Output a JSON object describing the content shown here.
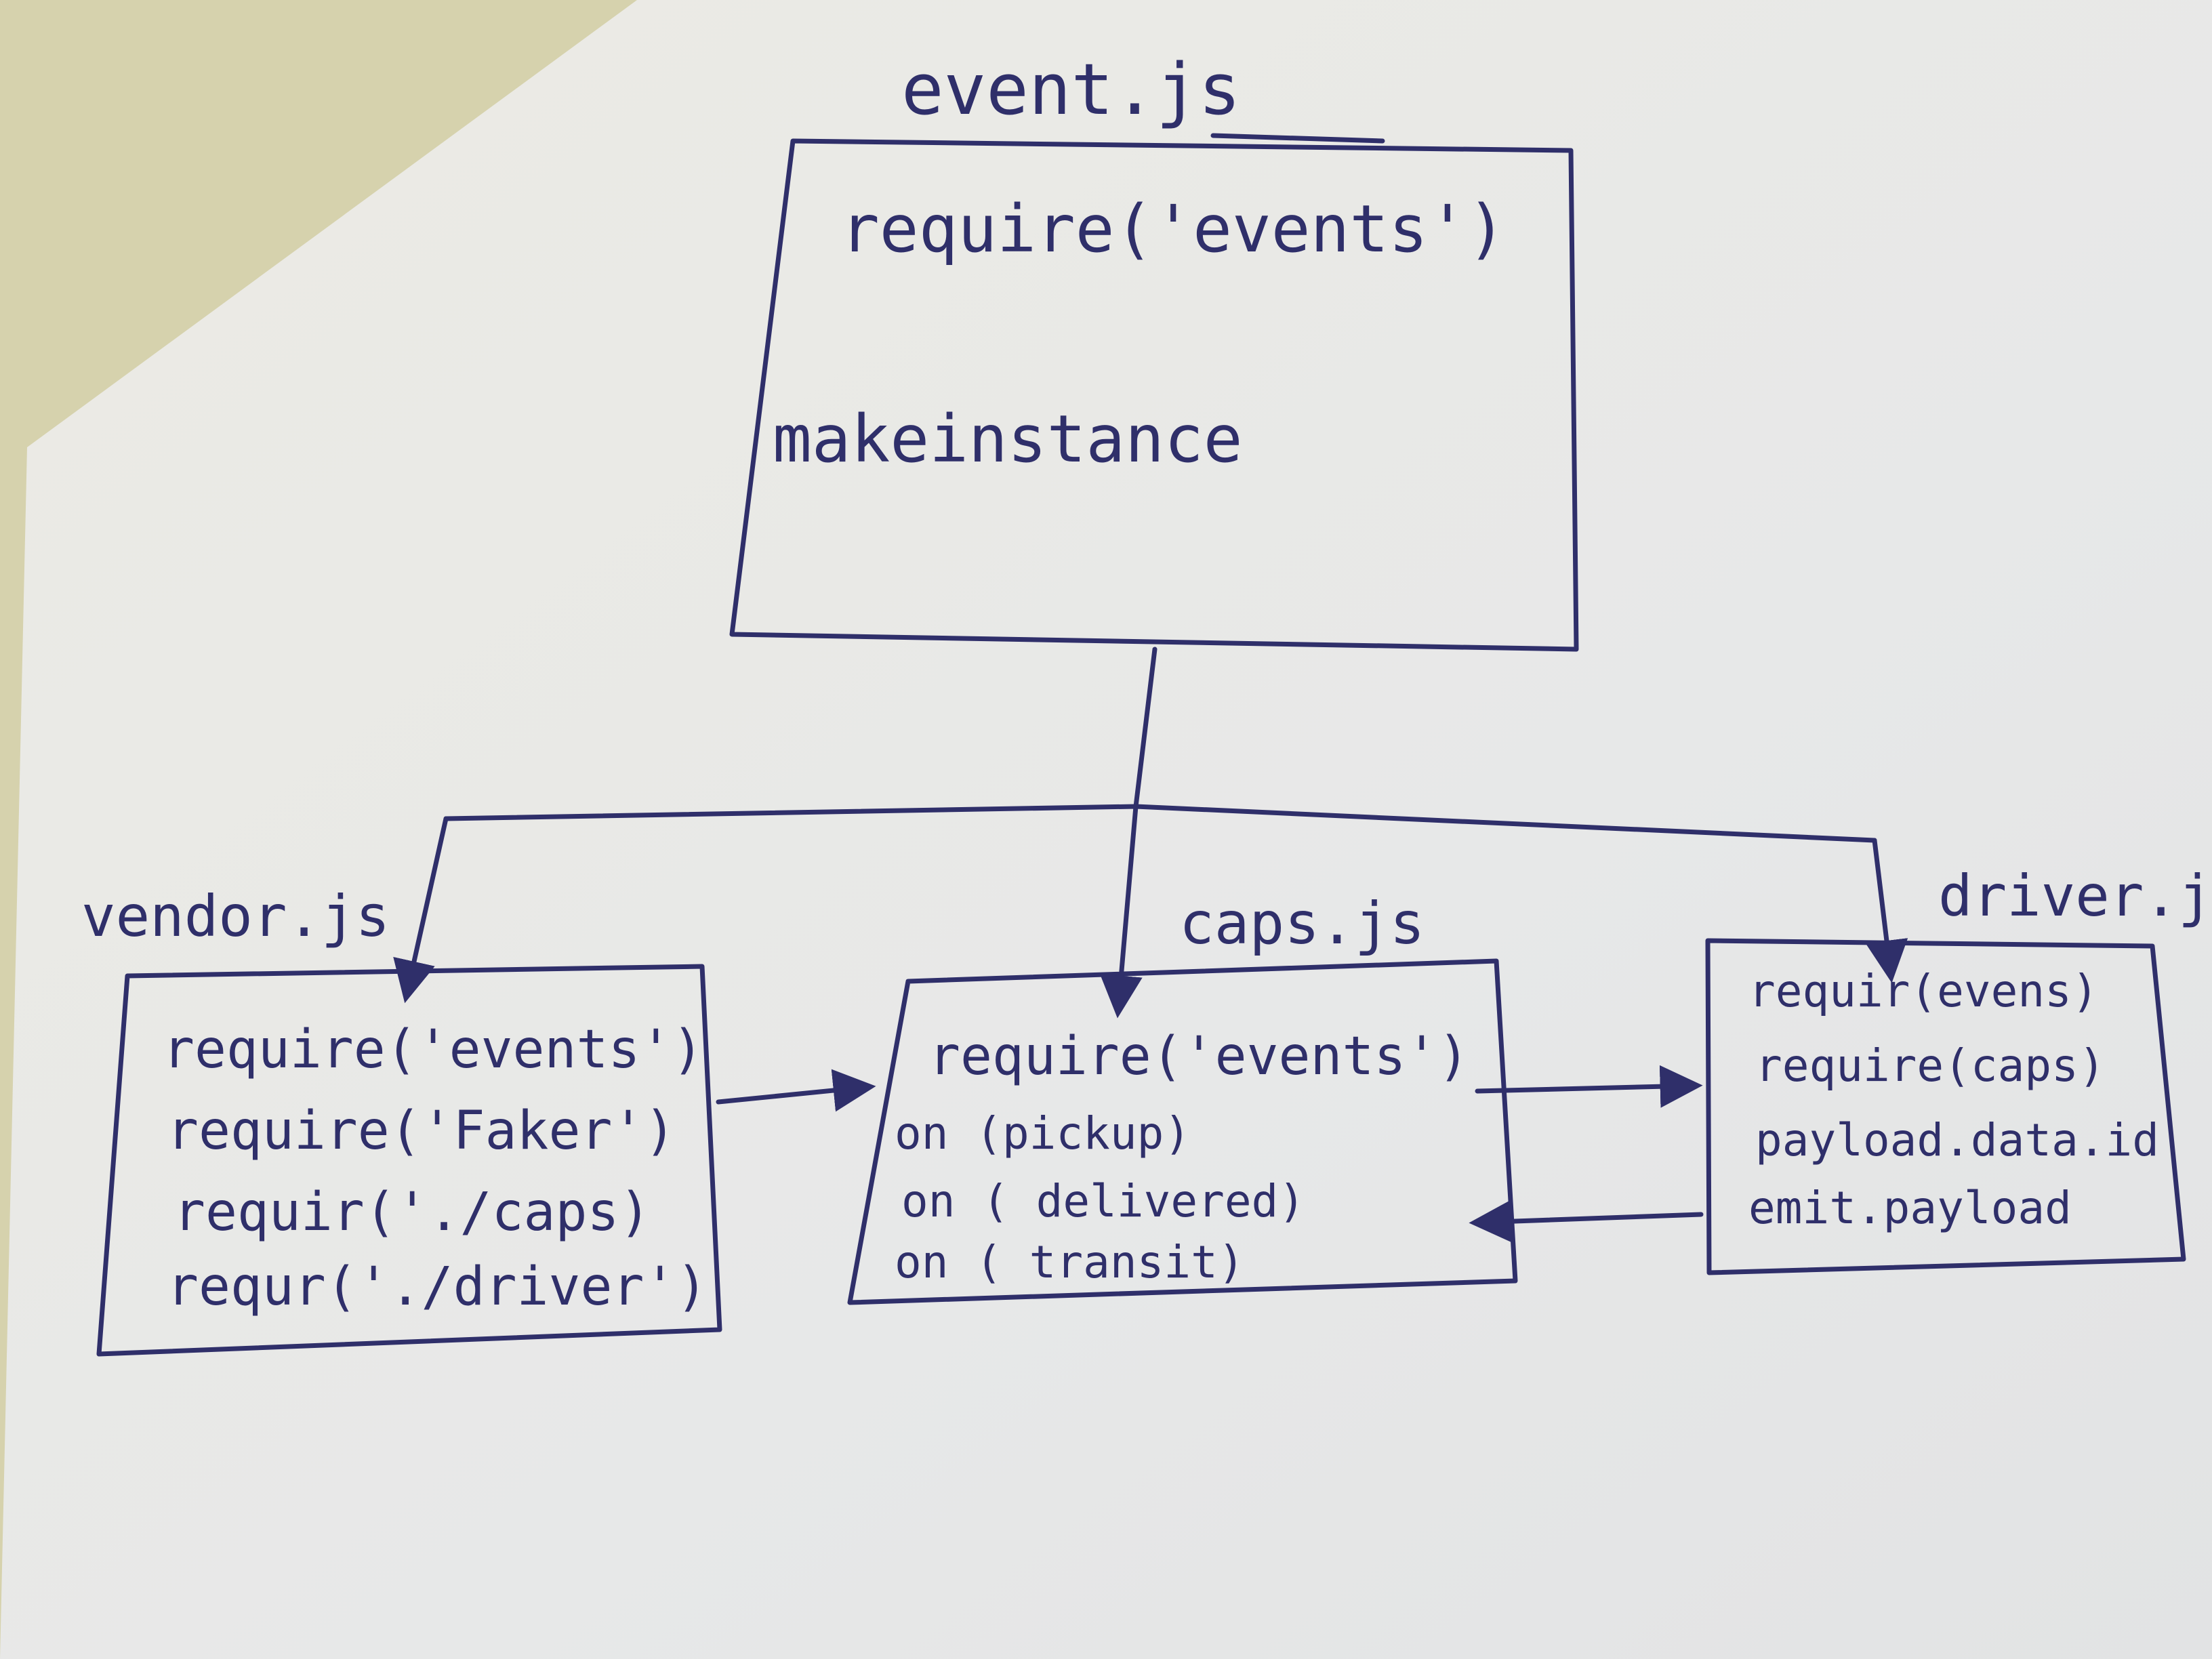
{
  "events_box": {
    "title": "event.js",
    "lines": [
      "require('events')",
      "makeinstance"
    ]
  },
  "vendor_box": {
    "title": "vendor.js",
    "lines": [
      "require('events')",
      "require('Faker')",
      "requir('./caps)",
      "requr('./driver')"
    ]
  },
  "caps_box": {
    "title": "caps.js",
    "lines": [
      "require('events')",
      "on (pickup)",
      "on ( delivered)",
      "on ( transit)"
    ]
  },
  "driver_box": {
    "title": "driver.js",
    "lines": [
      "requir(evens)",
      "require(caps)",
      "payload.data.id",
      "emit.payload"
    ]
  },
  "colors": {
    "ink": "#2f2f6a",
    "paper": "#ecebe6",
    "background": "#d6d2ad"
  }
}
